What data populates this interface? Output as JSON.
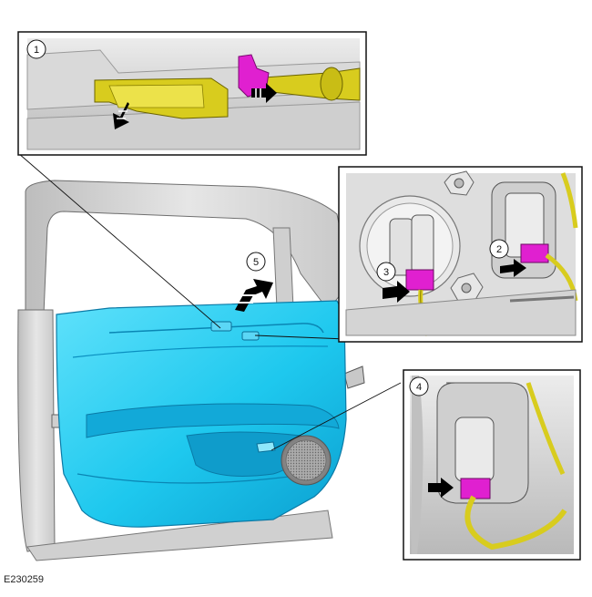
{
  "figure": {
    "id": "E230259",
    "colors": {
      "panel": "#1ec8ee",
      "panel_shadow": "#0a8fc0",
      "door_frame": "#d4d4d4",
      "connector": "#e020d0",
      "harness": "#d8cc1e",
      "arrow": "#000000"
    }
  },
  "callouts": [
    {
      "label": "1"
    },
    {
      "label": "2"
    },
    {
      "label": "3"
    },
    {
      "label": "4"
    },
    {
      "label": "5"
    }
  ],
  "insets": [
    {
      "name": "inset-1",
      "icons": [
        "release-tab-icon",
        "push-down-arrow-icon",
        "pull-right-arrow-icon"
      ]
    },
    {
      "name": "inset-2-3",
      "icons": [
        "connector-icon",
        "push-arrow-icon"
      ]
    },
    {
      "name": "inset-4",
      "icons": [
        "connector-icon",
        "push-arrow-icon"
      ]
    }
  ],
  "main_view": {
    "icons": [
      "door-panel-icon",
      "speaker-icon",
      "lift-arrow-icon"
    ]
  }
}
